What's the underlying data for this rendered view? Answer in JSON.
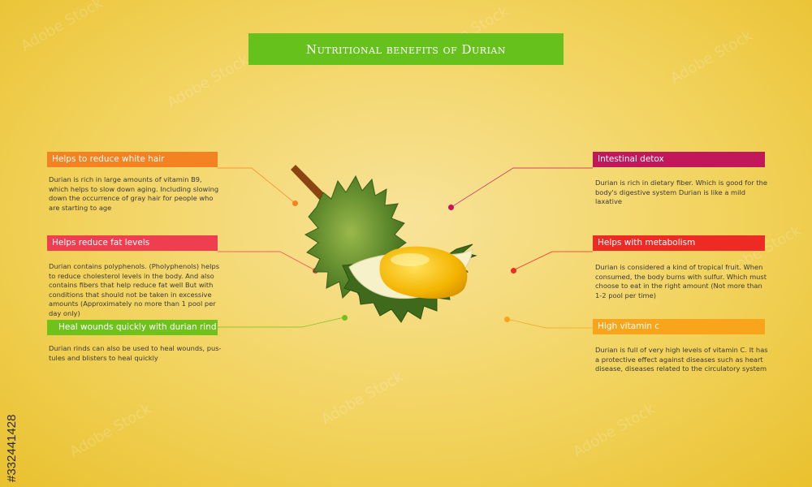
{
  "title": "Nutritional benefits of Durian",
  "watermark": "Adobe Stock",
  "stock_id": "#332441428",
  "benefits_left": [
    {
      "label": "Helps to reduce white hair",
      "color": "#f58220",
      "text": "Durian is rich in large amounts of vitamin B9, which helps to slow down aging. Including slowing down the occurrence of gray hair for people who are starting to age"
    },
    {
      "label": "Helps reduce fat levels",
      "color": "#ef3e50",
      "text": "Durian contains polyphenols. (Pholyphenols) helps to reduce cholesterol levels in the body. And also contains fibers that help reduce fat well But with conditions that should not be taken in excessive amounts (Approximately no more than 1 pool per day only)"
    },
    {
      "label": "Heal wounds quickly with durian rind",
      "color": "#6fc21c",
      "text": "Durian rinds can also be used to heal wounds, pus-tules and blisters to heal quickly"
    }
  ],
  "benefits_right": [
    {
      "label": "Intestinal detox",
      "color": "#c2185b",
      "text": "Durian is rich in dietary fiber. Which is good for the body's digestive system  Durian is  like  a  mild laxative"
    },
    {
      "label": "Helps with metabolism",
      "color": "#ee2a24",
      "text": "Durian is considered a kind of tropical fruit. When consumed, the body burns with sulfur. Which must choose to eat in the right amount (Not more than 1-2 pool per time)"
    },
    {
      "label": "High vitamin c",
      "color": "#f8a51b",
      "text": "Durian is full of very high levels of vitamin C. It has a protective effect against diseases such as heart disease, diseases related to the circulatory system"
    }
  ]
}
